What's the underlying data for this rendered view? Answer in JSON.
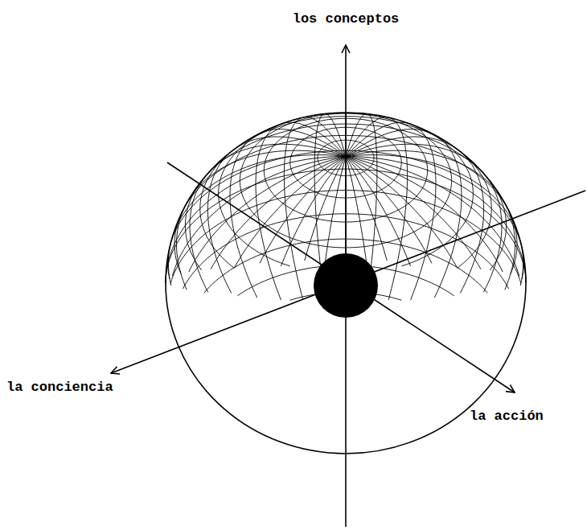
{
  "diagram": {
    "labels": [
      "los conceptos",
      "la conciencia",
      "la acción"
    ]
  }
}
